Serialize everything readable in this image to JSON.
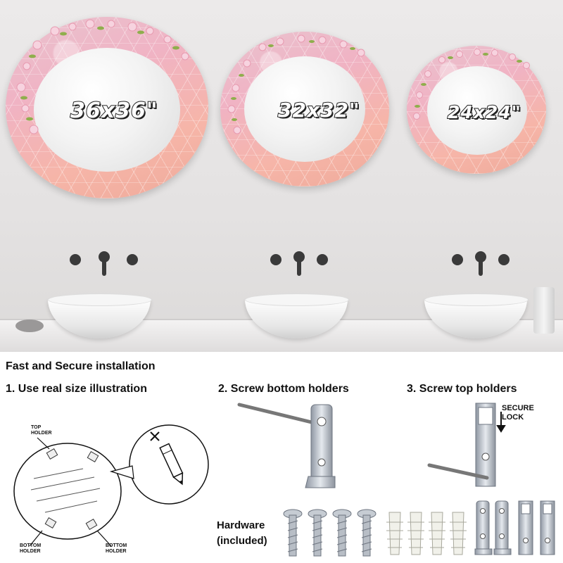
{
  "mirrors": [
    {
      "size_label": "36x36\""
    },
    {
      "size_label": "32x32\""
    },
    {
      "size_label": "24x24\""
    }
  ],
  "installation": {
    "heading": "Fast and Secure installation",
    "step1": "1. Use real size illustration",
    "step2": "2. Screw bottom holders",
    "step3": "3. Screw top holders",
    "top_holder_label": "TOP HOLDER",
    "bottom_holder_left_label": "BOTTOM HOLDER",
    "bottom_holder_right_label": "BOTTOM HOLDER",
    "secure_lock_label": "SECURE LOCK",
    "hardware_label": "Hardware (included)"
  },
  "icons": [
    "pencil-icon",
    "x-mark-icon",
    "screw-icon",
    "wall-anchor-icon",
    "bracket-icon",
    "arrow-down-icon"
  ],
  "colors": {
    "frame_pink": "#f0b3c4",
    "frame_peach": "#f6b5a8",
    "wall": "#e4e2e2",
    "text": "#111111"
  }
}
